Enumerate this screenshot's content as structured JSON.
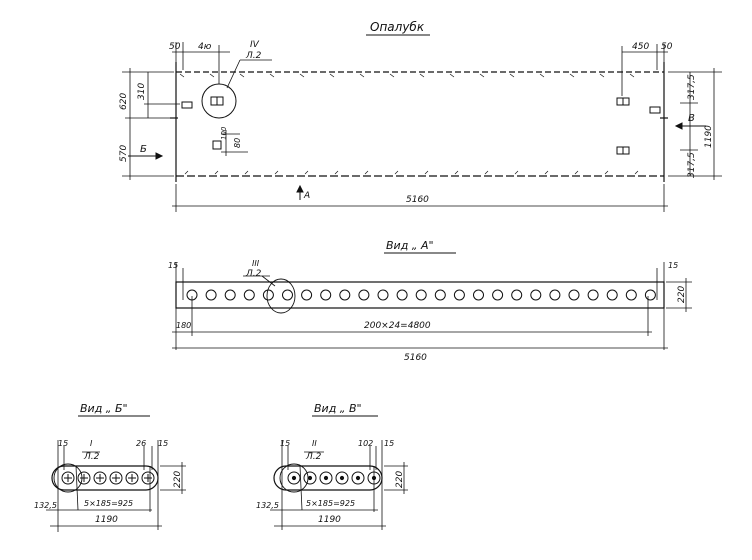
{
  "sections": {
    "formwork": {
      "title": "Опалубк",
      "dims": {
        "left_edge": "50",
        "hole_offset": "4ю",
        "detail_ref_top": "IV",
        "detail_ref_bottom": "Л.2",
        "right_edge": "50",
        "right_offset": "450",
        "left_height_top": "620",
        "left_inner": "310",
        "left_height_bottom": "570",
        "right_top": "317,5",
        "right_bottom": "317,5",
        "total_height": "1190",
        "small_a": "100",
        "small_b": "80",
        "total_length": "5160"
      },
      "view_markers": {
        "b": "Б",
        "v": "В",
        "a": "А"
      }
    },
    "view_a": {
      "title": "Вид „ А\"",
      "dims": {
        "left_15": "15",
        "right_15": "15",
        "ref_top": "III",
        "ref_bottom": "Л.2",
        "height": "220",
        "start": "180",
        "pitch": "200×24=4800",
        "total": "5160"
      }
    },
    "view_b": {
      "title": "Вид „ Б\"",
      "dims": {
        "left_15": "15",
        "ref_top": "I",
        "ref_bottom": "Л.2",
        "mid_26": "26",
        "right_15": "15",
        "height": "220",
        "offset": "132,5",
        "pitch": "5×185=925",
        "total": "1190"
      }
    },
    "view_v": {
      "title": "Вид „ В\"",
      "dims": {
        "left_15": "15",
        "ref_top": "II",
        "ref_bottom": "Л.2",
        "mid_102": "102",
        "right_15": "15",
        "height": "220",
        "offset": "132,5",
        "pitch": "5×185=925",
        "total": "1190"
      }
    }
  }
}
